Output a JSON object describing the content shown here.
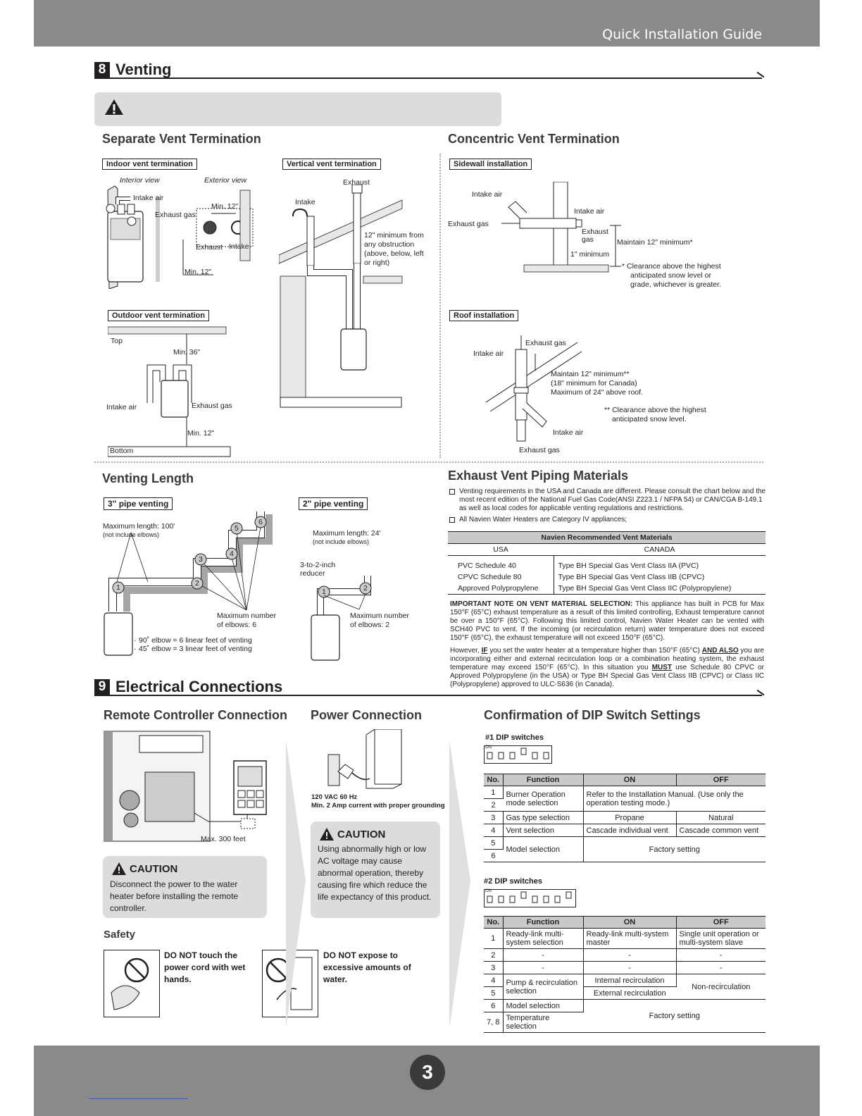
{
  "header": {
    "guide_title": "Quick Installation Guide"
  },
  "section8": {
    "number": "8",
    "title": "Venting",
    "separate": {
      "title": "Separate Vent Termination",
      "indoor_label": "Indoor vent termination",
      "interior_view": "Interior view",
      "exterior_view": "Exterior view",
      "intake_air": "Intake air",
      "exhaust_gas": "Exhaust gas",
      "min12_a": "Min. 12\"",
      "exhaust": "Exhaust",
      "intake": "Intake",
      "min12_b": "Min. 12\"",
      "vertical_label": "Vertical vent termination",
      "v_exhaust": "Exhaust",
      "v_intake": "Intake",
      "v_note_1": "12\" minimum from",
      "v_note_2": "any obstruction",
      "v_note_3": "(above, below, left",
      "v_note_4": "or right)",
      "outdoor_label": "Outdoor vent termination",
      "top": "Top",
      "min36": "Min. 36\"",
      "o_intake_air": "Intake air",
      "o_exhaust_gas": "Exhaust gas",
      "o_min12": "Min. 12\"",
      "bottom": "Bottom"
    },
    "concentric": {
      "title": "Concentric Vent Termination",
      "sidewall_label": "Sidewall installation",
      "intake_air_1": "Intake air",
      "intake_air_2": "Intake air",
      "exhaust_gas": "Exhaust gas",
      "exhaust_gas_2a": "Exhaust",
      "exhaust_gas_2b": "gas",
      "maintain12": "Maintain 12\" minimum*",
      "one_min": "1\" minimum",
      "note_1": "*  Clearance above the highest",
      "note_2": "anticipated snow level or",
      "note_3": "grade, whichever is greater.",
      "roof_label": "Roof installation",
      "r_exhaust_top": "Exhaust gas",
      "r_intake_air": "Intake air",
      "r_maintain_1": "Maintain 12\" minimum**",
      "r_maintain_2": "(18\" minimum for Canada)",
      "r_maintain_3": "Maximum of 24\" above roof.",
      "r_note_1": "** Clearance above the highest",
      "r_note_2": "anticipated snow level.",
      "r_intake_air_2": "Intake air",
      "r_exhaust_bottom": "Exhaust gas"
    },
    "length": {
      "title": "Venting Length",
      "label_3in": "3\" pipe venting",
      "max_3": "Maximum length: 100'",
      "note_3": "(not include elbows)",
      "max_elbows_3a": "Maximum number",
      "max_elbows_3b": "of elbows: 6",
      "elbow_90": "90˚ elbow = 6 linear feet of venting",
      "elbow_45": "45˚ elbow = 3 linear feet of venting",
      "label_2in": "2\" pipe venting",
      "max_2": "Maximum length: 24'",
      "note_2": "(not include elbows)",
      "reducer_1": "3-to-2-inch",
      "reducer_2": "reducer",
      "max_elbows_2a": "Maximum number",
      "max_elbows_2b": "of elbows: 2",
      "elbow_nums": [
        "1",
        "2",
        "3",
        "4",
        "5",
        "6"
      ],
      "elbow_nums_2": [
        "1",
        "2"
      ]
    },
    "materials": {
      "title": "Exhaust Vent Piping Materials",
      "bullet_1": "Venting requirements in the USA and Canada are different. Please consult the chart below and the most recent edition of the National Fuel Gas Code(ANSI Z223.1 / NFPA 54) or CAN/CGA B-149.1 as well as local codes for applicable venting regulations and restrictions.",
      "bullet_2": "All Navien Water Heaters are Category IV appliances;",
      "table_caption": "Navien Recommended Vent Materials",
      "col_usa": "USA",
      "col_canada": "CANADA",
      "rows": [
        {
          "usa": "PVC Schedule 40",
          "canada": "Type BH Special Gas Vent Class IIA (PVC)"
        },
        {
          "usa": "CPVC Schedule 80",
          "canada": "Type BH Special Gas Vent Class IIB (CPVC)"
        },
        {
          "usa": "Approved Polypropylene",
          "canada": "Type BH Special Gas Vent Class IIC (Polypropylene)"
        }
      ],
      "important_lead": "IMPORTANT NOTE ON VENT MATERIAL SELECTION:",
      "important_body": " This appliance has built in PCB for Max 150°F (65°C) exhaust temperature as a result of this limited controlling, Exhaust temperature cannot be over a 150°F (65°C). Following this limited control, Navien Water Heater can be vented with SCH40 PVC to vent. If the incoming (or recirculation return) water temperature does not exceed 150°F (65°C), the exhaust temperature will not exceed 150°F (65°C).",
      "however_1": "However, ",
      "however_if": "IF",
      "however_2": " you set the water heater at a temperature higher than 150°F (65°C) ",
      "however_andalso": "AND ALSO",
      "however_3": " you are incorporating either and external recirculation loop or a combination heating system, the exhaust temperature may exceed 150°F (65°C). In this situation you ",
      "however_must": "MUST",
      "however_4": " use Schedule 80 CPVC or Approved Polypropylene (in the USA) or Type BH Special Gas Vent Class IIB (CPVC) or Class IIC (Polypropylene) approved to ULC-S636 (in Canada)."
    }
  },
  "section9": {
    "number": "9",
    "title": "Electrical Connections",
    "remote": {
      "title": "Remote Controller Connection",
      "max_feet": "Max. 300 feet",
      "caution_title": "CAUTION",
      "caution_body": "Disconnect the power to the water heater before installing the remote controller."
    },
    "power": {
      "title": "Power Connection",
      "spec_1": "120 VAC 60 Hz",
      "spec_2": "Min. 2 Amp current with proper grounding",
      "caution_title": "CAUTION",
      "caution_body": "Using abnormally high or low AC voltage may cause abnormal operation, thereby causing fire which reduce the life expectancy of this product."
    },
    "safety": {
      "title": "Safety",
      "item_1": "DO NOT touch  the power cord with wet hands.",
      "item_2": "DO NOT expose to excessive amounts of water."
    },
    "dip": {
      "title": "Confirmation of DIP Switch Settings",
      "dip1_label": "#1 DIP switches",
      "dip2_label": "#2 DIP switches",
      "on_label": "ON",
      "cols": {
        "no": "No.",
        "function": "Function",
        "on": "ON",
        "off": "OFF"
      },
      "t1": {
        "r1_no": "1",
        "r2_no": "2",
        "r12_func": "Burner Operation mode selection",
        "r12_on": "Refer to the Installation Manual. (Use only the operation testing mode.)",
        "r3_no": "3",
        "r3_func": "Gas type selection",
        "r3_on": "Propane",
        "r3_off": "Natural",
        "r4_no": "4",
        "r4_func": "Vent selection",
        "r4_on": "Cascade individual vent",
        "r4_off": "Cascade common vent",
        "r5_no": "5",
        "r6_no": "6",
        "r56_func": "Model selection",
        "r56_set": "Factory setting"
      },
      "t2": {
        "r1_no": "1",
        "r1_func": "Ready-link multi-system selection",
        "r1_on": "Ready-link multi-system master",
        "r1_off": "Single unit operation or multi-system slave",
        "r2_no": "2",
        "r2_func": "-",
        "r2_on": "-",
        "r2_off": "-",
        "r3_no": "3",
        "r3_func": "-",
        "r3_on": "-",
        "r3_off": "-",
        "r4_no": "4",
        "r5_no": "5",
        "r45_func": "Pump & recirculation selection",
        "r4_on": "Internal recirculation",
        "r5_on": "External recirculation",
        "r45_off": "Non-recirculation",
        "r6_no": "6",
        "r6_func": "Model selection",
        "r78_no": "7, 8",
        "r78_func": "Temperature selection",
        "r678_set": "Factory setting"
      }
    }
  },
  "footer": {
    "page_number": "3"
  },
  "colors": {
    "bar": "#8a8a8a",
    "panel": "#dcdcdc",
    "header_cell": "#c9c9c9",
    "ink": "#231f20"
  }
}
